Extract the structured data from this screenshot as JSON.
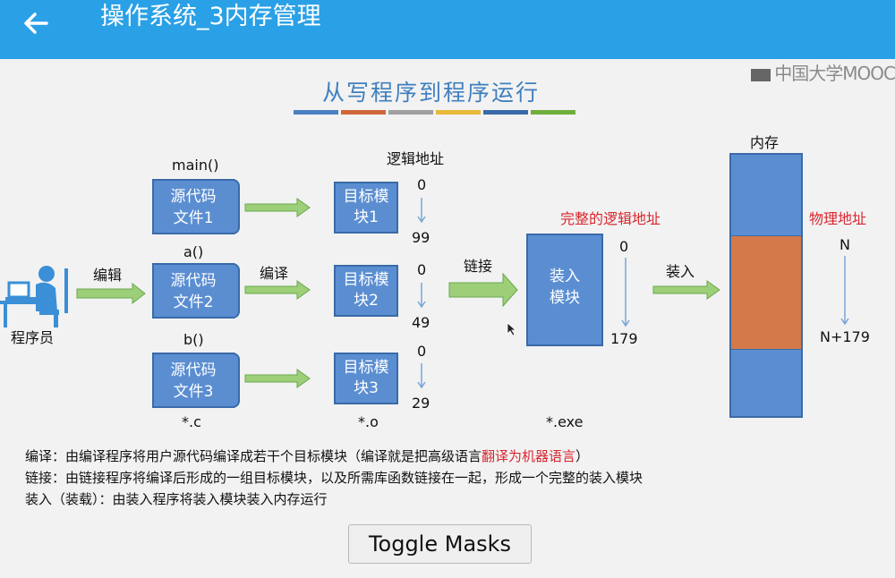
{
  "appbar": {
    "title": "操作系统_3内存管理",
    "back_icon": "arrow-left-icon",
    "color": "#2aa0e6"
  },
  "slide": {
    "watermark": "中国大学MOOC",
    "title": "从写程序到程序运行",
    "title_bar_colors": [
      "#4a7fc1",
      "#d0663a",
      "#a0a0a0",
      "#e8b83a",
      "#3a6aa8",
      "#6fae3c"
    ],
    "programmer_label": "程序员",
    "edit_label": "编辑",
    "compile_label": "编译",
    "link_label": "链接",
    "load_label": "装入",
    "logical_addr_label": "逻辑地址",
    "full_logical_addr_label": "完整的逻辑地址",
    "physical_addr_label": "物理地址",
    "memory_label": "内存",
    "sources": [
      {
        "func": "main()",
        "line1": "源代码",
        "line2": "文件1"
      },
      {
        "func": "a()",
        "line1": "源代码",
        "line2": "文件2"
      },
      {
        "func": "b()",
        "line1": "源代码",
        "line2": "文件3"
      }
    ],
    "modules": [
      {
        "line1": "目标模",
        "line2": "块1",
        "start": "0",
        "end": "99"
      },
      {
        "line1": "目标模",
        "line2": "块2",
        "start": "0",
        "end": "49"
      },
      {
        "line1": "目标模",
        "line2": "块3",
        "start": "0",
        "end": "29"
      }
    ],
    "load_module": {
      "line1": "装入",
      "line2": "模块",
      "start": "0",
      "end": "179"
    },
    "physical": {
      "start": "N",
      "end": "N+179"
    },
    "ext_c": "*.c",
    "ext_o": "*.o",
    "ext_exe": "*.exe",
    "notes": {
      "compile_prefix": "编译：由编译程序将用户源代码编译成若干个目标模块（编译就是把高级语言",
      "compile_highlight": "翻译为机器语言",
      "compile_suffix": "）",
      "link": "链接：由链接程序将编译后形成的一组目标模块，以及所需库函数链接在一起，形成一个完整的装入模块",
      "load": "装入（装载）：由装入程序将装入模块装入内存运行"
    }
  },
  "toggle_button": {
    "label": "Toggle Masks"
  },
  "colors": {
    "box_blue": "#5b8ed1",
    "arrow_green": "#9ccf78",
    "memory_orange": "#d47a4a",
    "red_text": "#d8262e"
  }
}
